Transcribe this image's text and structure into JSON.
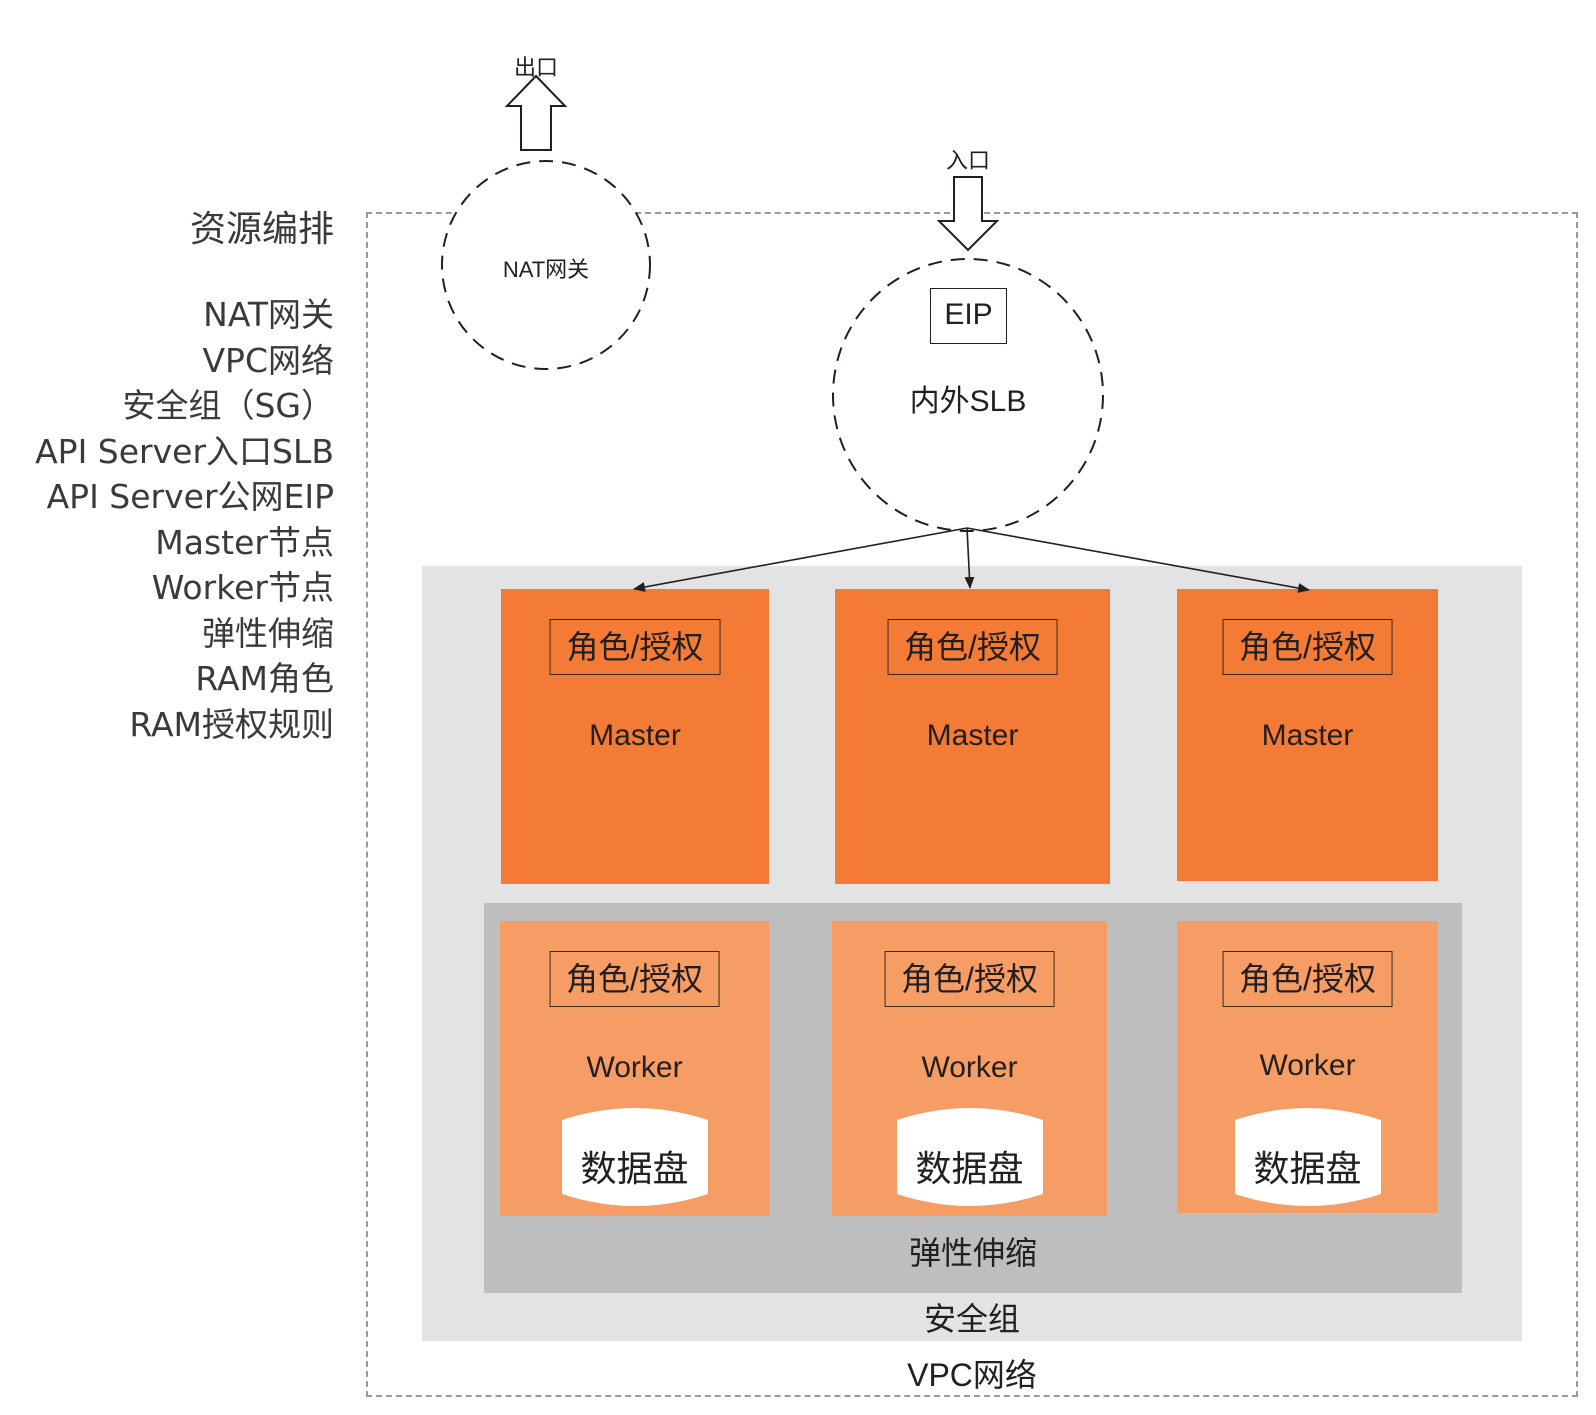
{
  "legend": {
    "title": "资源编排",
    "items": [
      "NAT网关",
      "VPC网络",
      "安全组（SG）",
      "API Server入口SLB",
      "API Server公网EIP",
      "Master节点",
      "Worker节点",
      "弹性伸缩",
      "RAM角色",
      "RAM授权规则"
    ]
  },
  "egress": {
    "label": "出口",
    "gateway": "NAT网关"
  },
  "ingress": {
    "label": "入口",
    "eip": "EIP",
    "slb": "内外SLB"
  },
  "containers": {
    "vpc": "VPC网络",
    "security_group": "安全组",
    "autoscaling": "弹性伸缩"
  },
  "masters": [
    {
      "role": "角色/授权",
      "name": "Master"
    },
    {
      "role": "角色/授权",
      "name": "Master"
    },
    {
      "role": "角色/授权",
      "name": "Master"
    }
  ],
  "workers": [
    {
      "role": "角色/授权",
      "name": "Worker",
      "disk": "数据盘"
    },
    {
      "role": "角色/授权",
      "name": "Worker",
      "disk": "数据盘"
    },
    {
      "role": "角色/授权",
      "name": "Worker",
      "disk": "数据盘"
    }
  ],
  "colors": {
    "master": "#f47b36",
    "worker": "#f59d64",
    "security_group_bg": "#e3e3e3",
    "autoscaling_bg": "#bfbebf",
    "vpc_border": "#9a9a9a"
  }
}
